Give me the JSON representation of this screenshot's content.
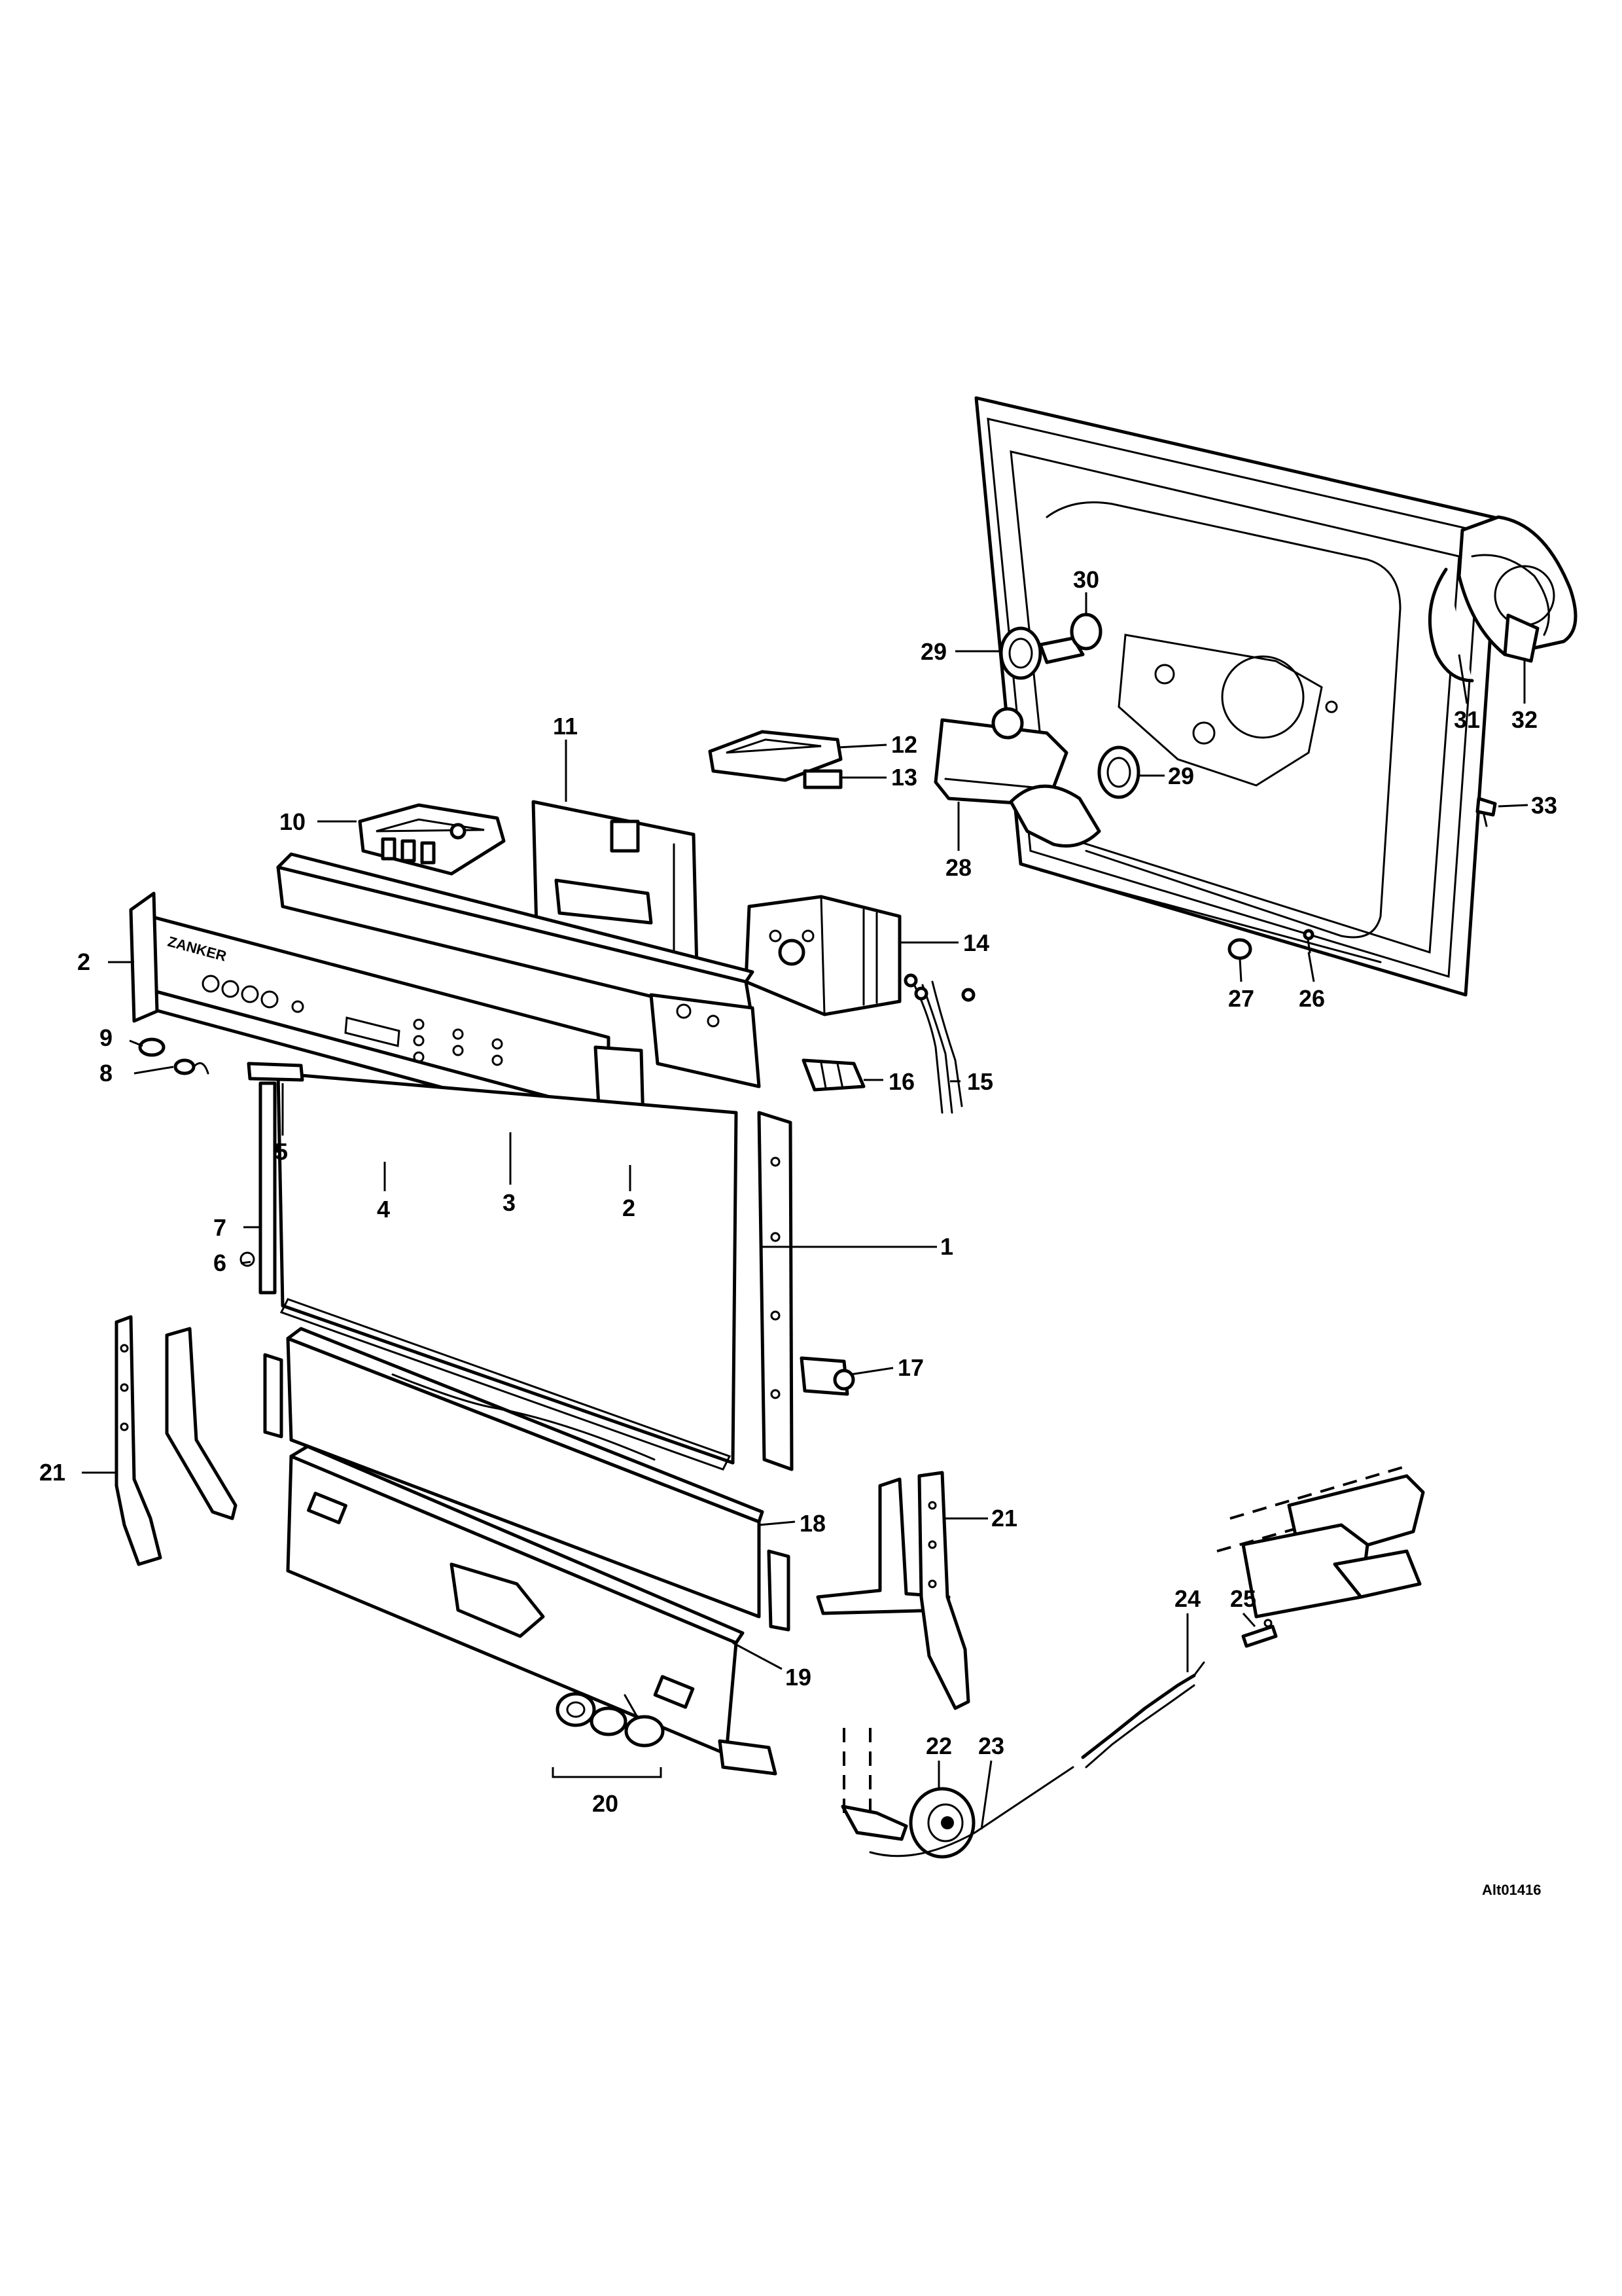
{
  "drawing": {
    "reference_code": "Alt01416",
    "brand_mark": "ZANKER"
  },
  "callouts": {
    "c1": "1",
    "c2a": "2",
    "c2b": "2",
    "c3": "3",
    "c4": "4",
    "c5": "5",
    "c6": "6",
    "c7": "7",
    "c8": "8",
    "c9": "9",
    "c10": "10",
    "c11": "11",
    "c12": "12",
    "c13": "13",
    "c14": "14",
    "c15": "15",
    "c16": "16",
    "c17": "17",
    "c18": "18",
    "c19": "19",
    "c20": "20",
    "c21a": "21",
    "c21b": "21",
    "c22": "22",
    "c23": "23",
    "c24": "24",
    "c25": "25",
    "c26": "26",
    "c27": "27",
    "c28": "28",
    "c29a": "29",
    "c29b": "29",
    "c30": "30",
    "c31": "31",
    "c32": "32",
    "c33": "33"
  }
}
